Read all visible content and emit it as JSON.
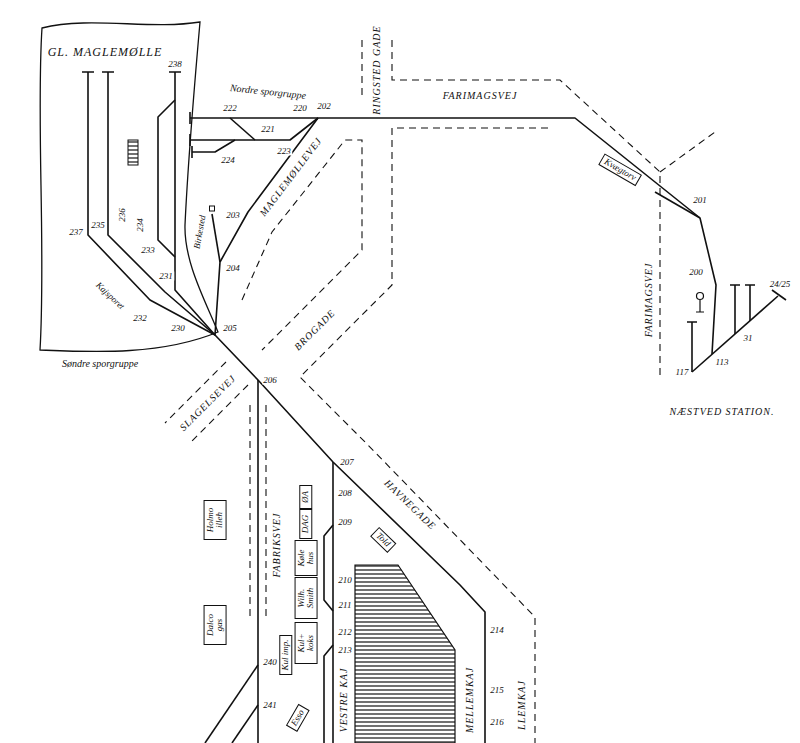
{
  "diagram": {
    "nodes": [
      {
        "text": [
          "Kvægtorv"
        ]
      },
      {
        "text": [
          "Told"
        ]
      },
      {
        "text": [
          "Holmo illeh"
        ]
      },
      {
        "text": [
          "Dalco gas"
        ]
      },
      {
        "text": [
          "ØA"
        ]
      },
      {
        "text": [
          "DAG"
        ]
      },
      {
        "text": [
          "Køle hus"
        ]
      },
      {
        "text": [
          "Wilh. Smith"
        ]
      },
      {
        "text": [
          "Kul+ koks"
        ]
      },
      {
        "text": [
          "Kul imp."
        ]
      },
      {
        "text": [
          "Esso"
        ]
      }
    ],
    "labels": [
      "GL. MAGLEMØLLE",
      "Nordre sporgruppe",
      "238",
      "222",
      "221",
      "220",
      "202",
      "224",
      "223",
      "RINGSTED GADE",
      "FARIMAGSVEJ",
      "201",
      "200",
      "24/25",
      "31",
      "113",
      "117",
      "FARIMAGSVEJ",
      "NÆSTVED STATION.",
      "MAGLEMØLLEVEJ",
      "Birkested",
      "203",
      "204",
      "205",
      "BROGADE",
      "SLAGELSEVEJ",
      "206",
      "237",
      "235",
      "236",
      "234",
      "233",
      "231",
      "232",
      "230",
      "Kajsporet",
      "Søndre sporgruppe",
      "HAVNEGADE",
      "207",
      "208",
      "209",
      "210",
      "211",
      "212",
      "213",
      "FABRIKSVEJ",
      "VESTRE KAJ",
      "MELLEMKAJ",
      "LLEMKAJ",
      "214",
      "215",
      "216",
      "240",
      "241"
    ]
  }
}
